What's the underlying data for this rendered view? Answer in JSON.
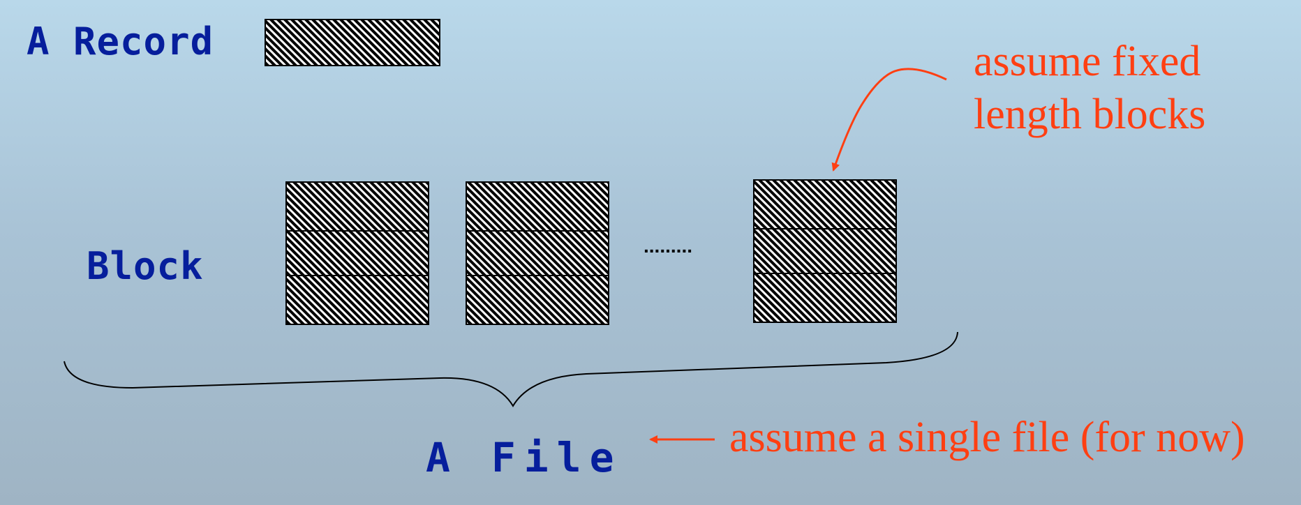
{
  "labels": {
    "record": "A Record",
    "block": "Block",
    "file": "A File",
    "ellipsis": "........."
  },
  "notes": {
    "fixed_length_line1": "assume fixed",
    "fixed_length_line2": "length blocks",
    "single_file": "assume a single file (for now)"
  },
  "diagram": {
    "records_per_block": 3,
    "blocks_shown": 3
  },
  "colors": {
    "label_text": "#061e9c",
    "note_text": "#ff3f12",
    "outline": "#000000",
    "cell_fill": "#ffffff"
  }
}
